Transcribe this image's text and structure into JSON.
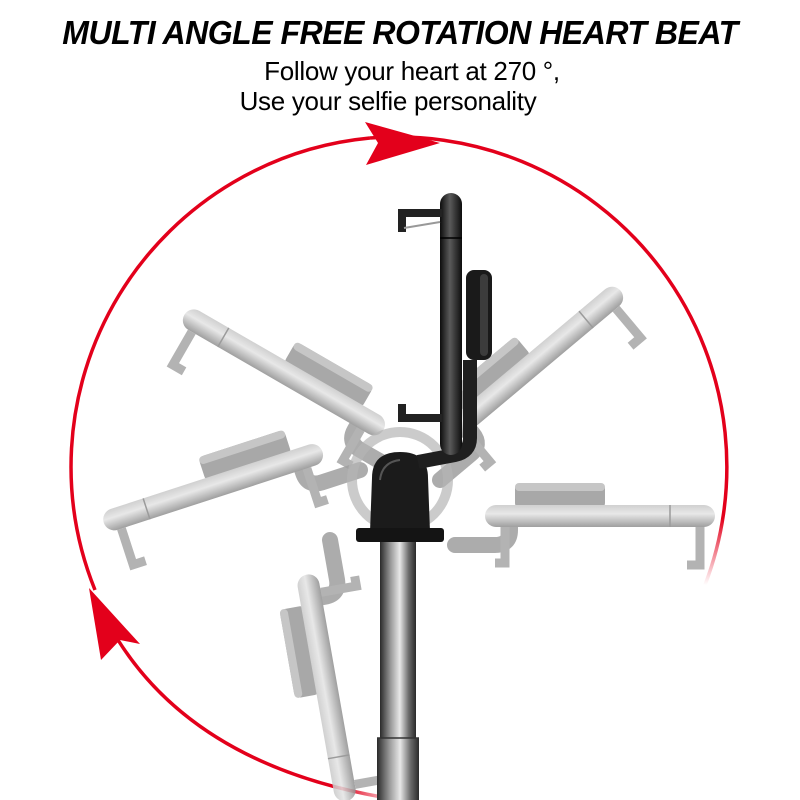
{
  "headline": "MULTI ANGLE FREE ROTATION HEART BEAT",
  "subtitle": {
    "line1": "Follow your heart at 270 °,",
    "line2": "Use your selfie personality"
  },
  "illustration": {
    "subject": "selfie stick phone holder shown at multiple rotation angles",
    "rotation_degrees": 270,
    "arrow_color": "#e3001b",
    "holder_color": "#1a1a1a",
    "ghost_color": "#a8a8a8",
    "icons": [
      "rotation-arrow-icon",
      "rotation-arrow-icon"
    ]
  }
}
